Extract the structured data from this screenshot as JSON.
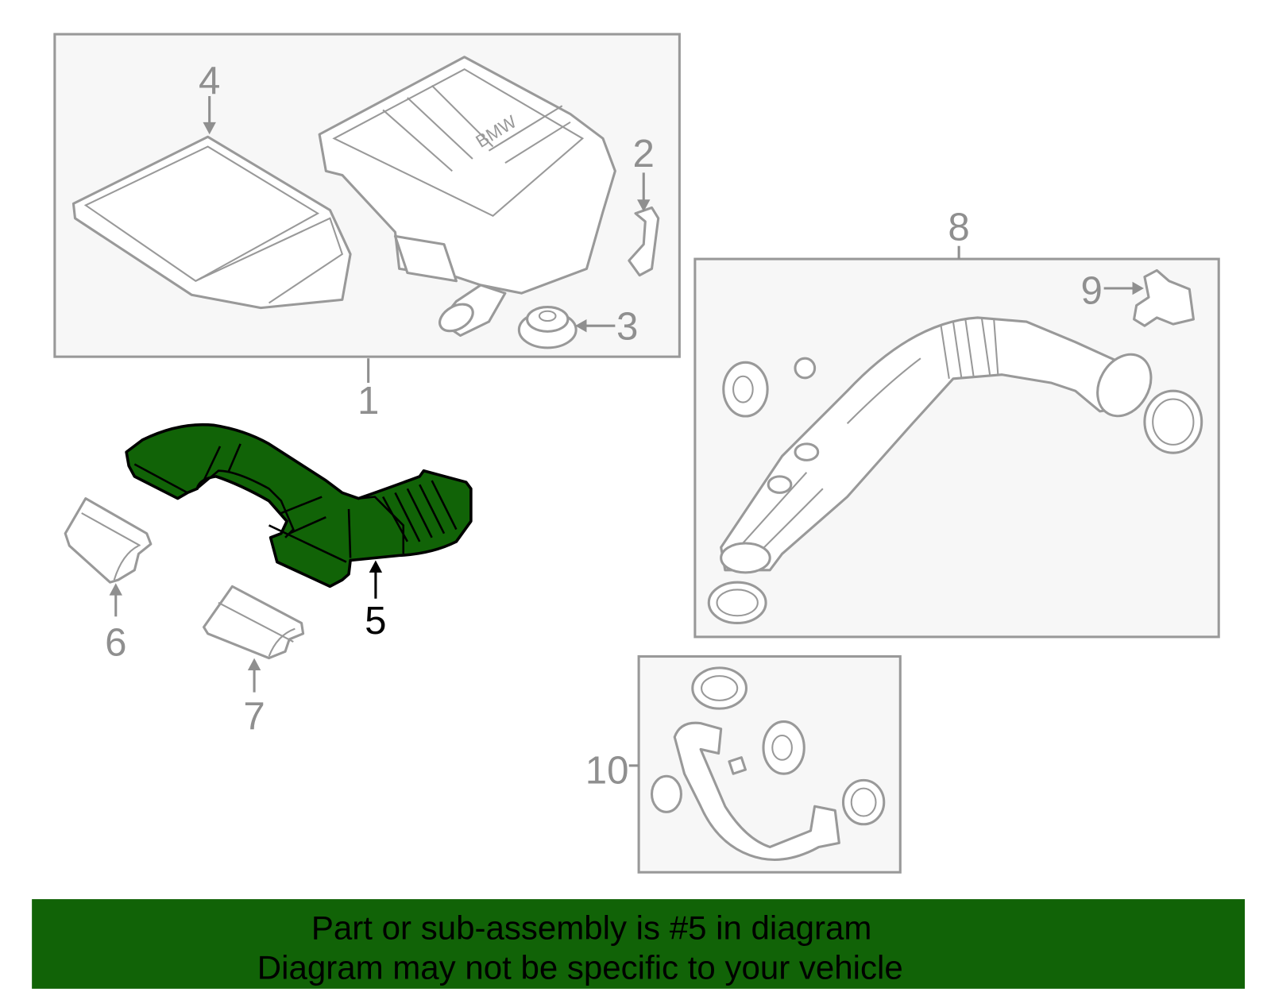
{
  "diagram": {
    "callouts": {
      "c1": "1",
      "c2": "2",
      "c3": "3",
      "c4": "4",
      "c5": "5",
      "c6": "6",
      "c7": "7",
      "c8": "8",
      "c9": "9",
      "c10": "10"
    },
    "highlighted_part": "5",
    "logo_text": "BMW",
    "colors": {
      "highlight": "#116307",
      "outline": "#999999",
      "banner": "#116307"
    }
  },
  "banner": {
    "line1": "Part or sub-assembly is #5 in diagram",
    "line2": "Diagram may not be specific to your vehicle"
  }
}
